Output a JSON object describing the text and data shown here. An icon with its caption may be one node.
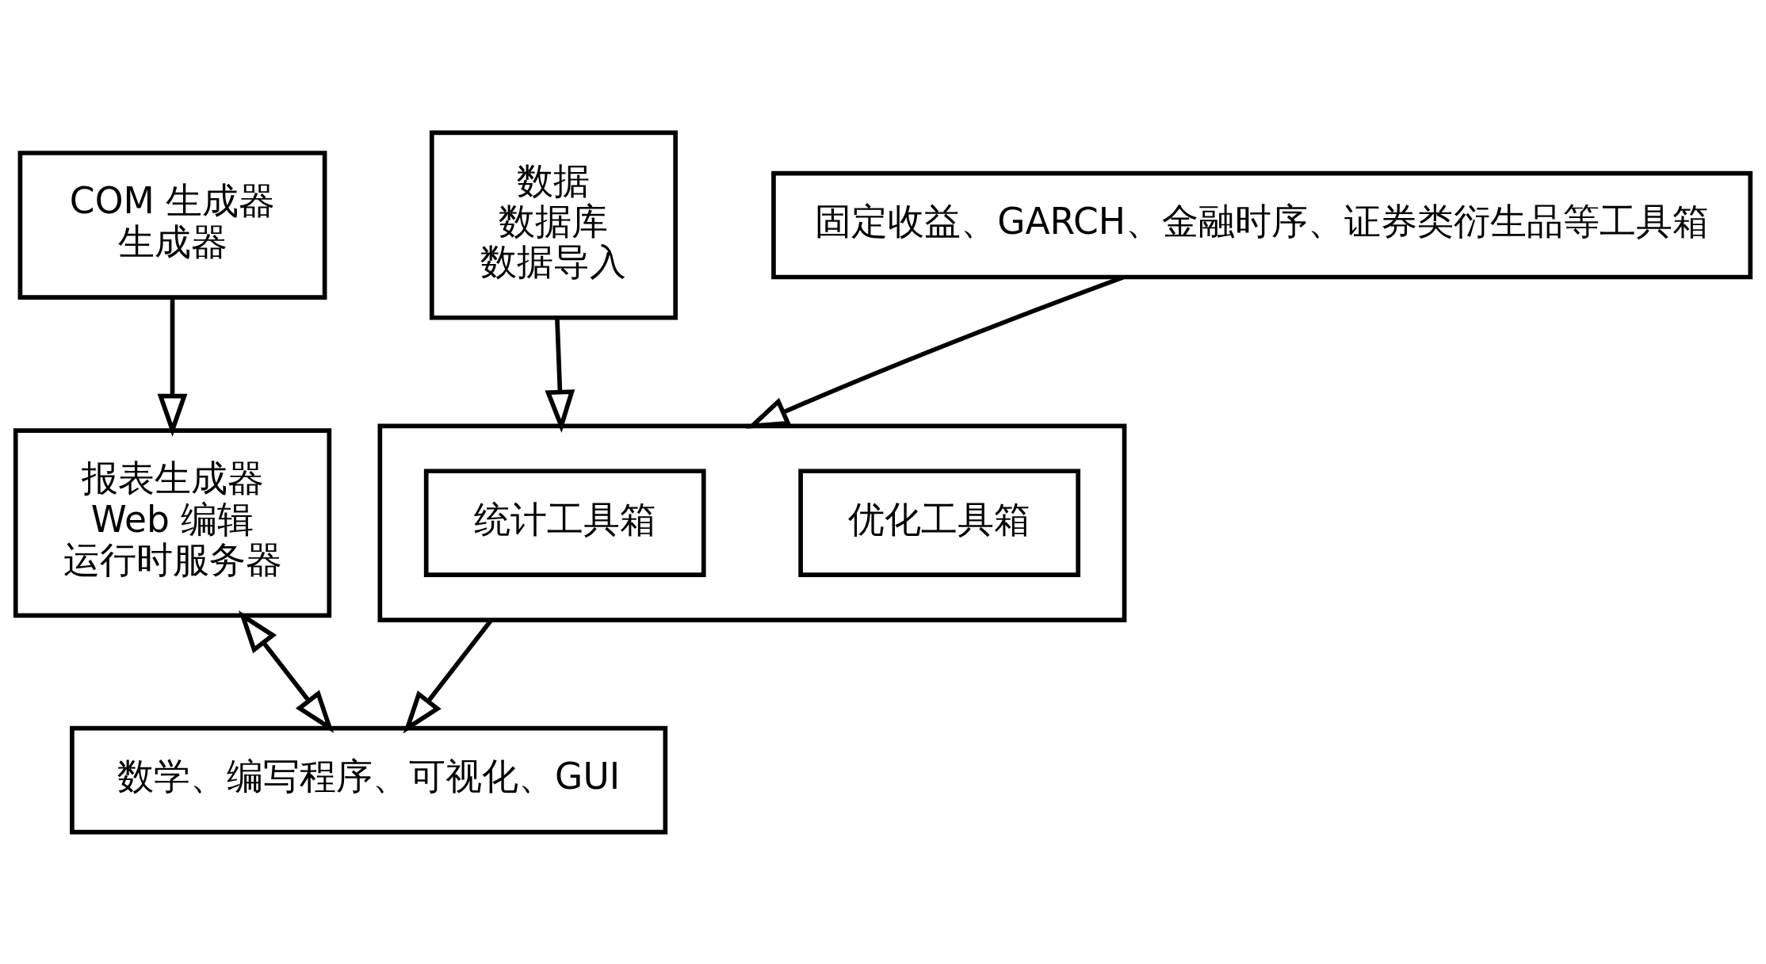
{
  "diagram": {
    "nodes": [
      {
        "text": [
          "COM 生成器",
          "生成器"
        ]
      },
      {
        "text": [
          "数据",
          "数据库",
          "数据导入"
        ]
      },
      {
        "text": [
          "固定收益、GARCH、金融时序、证券类衍生品等工具箱"
        ]
      },
      {
        "text": [
          "报表生成器",
          "Web 编辑",
          "运行时服务器"
        ]
      },
      {
        "text": [],
        "shape": "box"
      },
      {
        "text": [
          "统计工具箱"
        ],
        "in": 4
      },
      {
        "text": [
          "优化工具箱"
        ],
        "in": 4
      },
      {
        "text": [
          "数学、编写程序、可视化、GUI"
        ]
      }
    ],
    "edges": [
      {
        "from": 0,
        "to": 3,
        "arrow": "to"
      },
      {
        "from": 1,
        "to": 4,
        "arrow": "to"
      },
      {
        "from": 2,
        "to": 4,
        "arrow": "to"
      },
      {
        "from": 4,
        "to": 7,
        "arrow": "to"
      },
      {
        "from": 3,
        "to": 7,
        "arrow": "both"
      }
    ]
  }
}
